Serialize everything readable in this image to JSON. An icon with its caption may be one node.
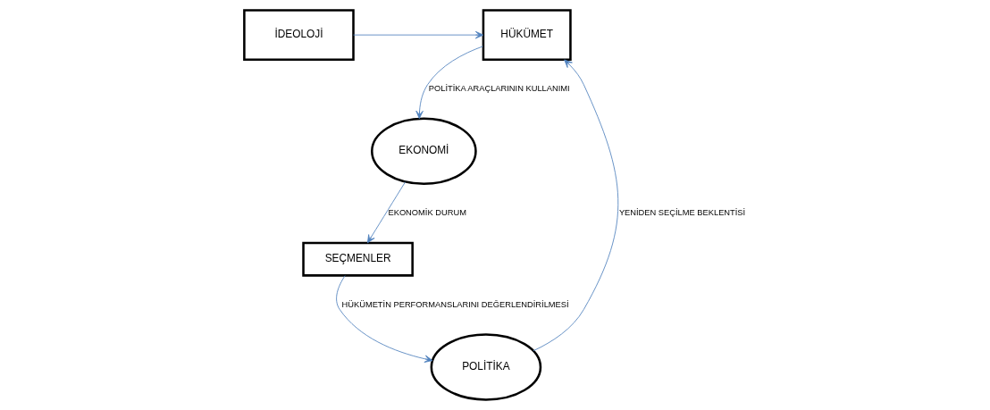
{
  "diagram": {
    "nodes": [
      {
        "text": [
          "HÜKÜMET"
        ]
      },
      {
        "text": [
          "İDEOLOJİ"
        ]
      },
      {
        "text": [
          "EKONOMİ"
        ]
      },
      {
        "text": [
          "POLİTİKA"
        ]
      },
      {
        "text": [
          "SEÇMENLER"
        ]
      }
    ],
    "edges": [
      {
        "from": 1,
        "to": 0,
        "arrow": "to"
      },
      {
        "from": 3,
        "to": 0,
        "arrow": "to",
        "label": "YENİDEN SEÇİLME BEKLENTİSİ"
      },
      {
        "from": 0,
        "to": 2,
        "arrow": "to",
        "label": "POLİTİKA ARAÇLARININ KULLANIMI"
      },
      {
        "from": 2,
        "to": 4,
        "arrow": "to",
        "label": "EKONOMİK DURUM"
      },
      {
        "from": 4,
        "to": 3,
        "arrow": "to",
        "label": "HÜKÜMETİN PERFORMANSLARINI DEĞERLENDİRİLMESİ"
      }
    ]
  }
}
